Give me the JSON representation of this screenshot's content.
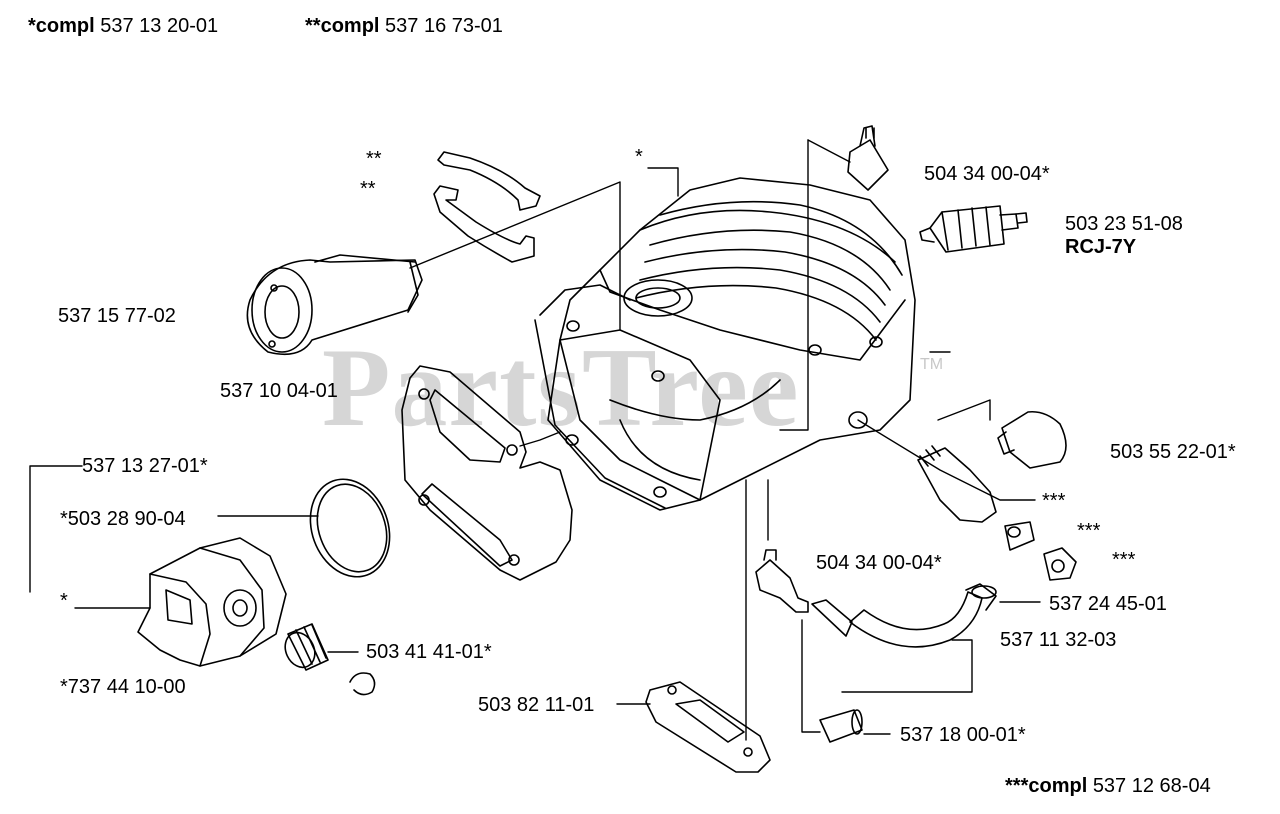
{
  "watermark": {
    "text": "PartsTree",
    "trademark": "TM"
  },
  "kits": {
    "compl1": {
      "prefix": "*compl",
      "number": "537 13 20-01"
    },
    "compl2": {
      "prefix": "**compl",
      "number": "537 16 73-01"
    },
    "compl3": {
      "prefix": "***compl",
      "number": "537 12 68-04"
    }
  },
  "labels": {
    "star_cylinder": "*",
    "dstar_strap_top": "**",
    "dstar_strap_bottom": "**",
    "p504340004_top": "504 34 00-04*",
    "p503235108": "503 23 51-08",
    "plug_type": "RCJ-7Y",
    "p537157702": "537 15 77-02",
    "p537100401": "537 10 04-01",
    "p537132701": "537 13 27-01*",
    "p503289004": "*503 28 90-04",
    "star_piston": "*",
    "p503414101": "503 41 41-01*",
    "p737441000": "*737 44 10-00",
    "p503552201": "503 55 22-01*",
    "tstar_valve": "***",
    "tstar_mid": "***",
    "tstar_nut": "***",
    "p504340004_mid": "504 34 00-04*",
    "p537244501": "537 24 45-01",
    "p537113203": "537 11 32-03",
    "p503821101": "503 82 11-01",
    "p537180001": "537 18 00-01*"
  },
  "parts": [
    "cylinder-icon",
    "spark-plug-icon",
    "intake-manifold-icon",
    "strap-icon",
    "gasket-icon",
    "piston-icon",
    "piston-ring-icon",
    "needle-bearing-icon",
    "circlip-icon",
    "decompression-valve-icon",
    "nipple-icon",
    "impulse-hose-icon",
    "filter-icon"
  ]
}
